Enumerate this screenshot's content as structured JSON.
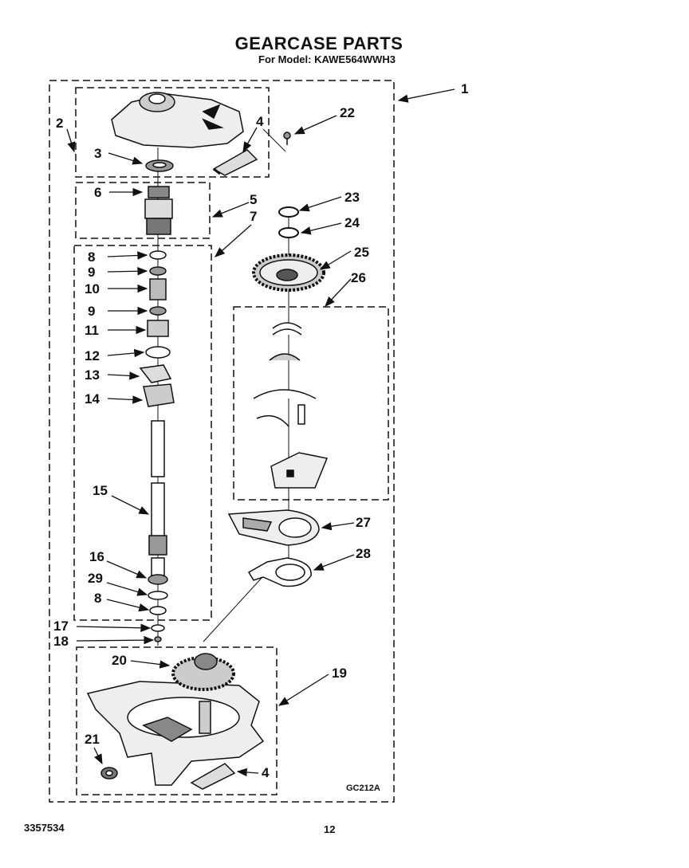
{
  "header": {
    "title": "GEARCASE PARTS",
    "subtitle": "For Model: KAWE564WWH3"
  },
  "footer": {
    "doc_number": "3357534",
    "page_number": "12",
    "diagram_code": "GC212A"
  },
  "callouts": {
    "c1": "1",
    "c2": "2",
    "c3": "3",
    "c4a": "4",
    "c4b": "4",
    "c5": "5",
    "c6": "6",
    "c7": "7",
    "c8a": "8",
    "c8b": "8",
    "c9a": "9",
    "c9b": "9",
    "c10": "10",
    "c11": "11",
    "c12": "12",
    "c13": "13",
    "c14": "14",
    "c15": "15",
    "c16": "16",
    "c17": "17",
    "c18": "18",
    "c19": "19",
    "c20": "20",
    "c21": "21",
    "c22": "22",
    "c23": "23",
    "c24": "24",
    "c25": "25",
    "c26": "26",
    "c27": "27",
    "c28": "28",
    "c29": "29"
  }
}
